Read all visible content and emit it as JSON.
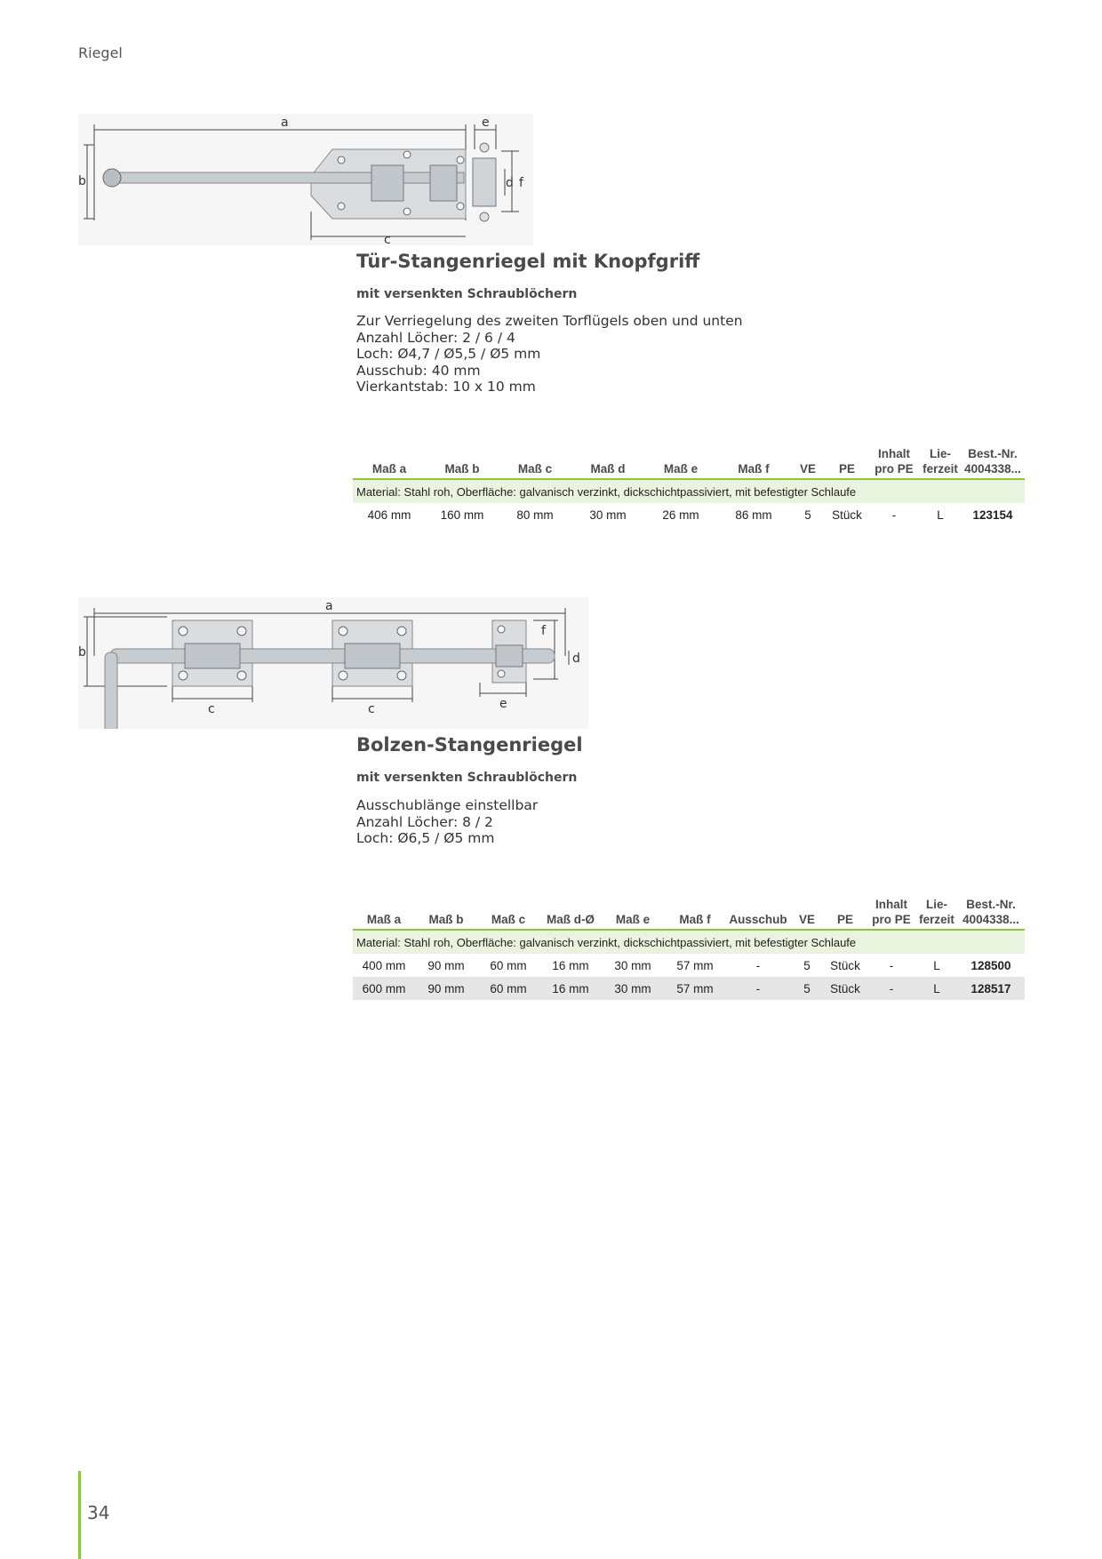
{
  "header": {
    "section": "Riegel"
  },
  "products": [
    {
      "title": "Tür-Stangenriegel mit Knopfgriff",
      "subtitle": "mit versenkten Schraublöchern",
      "description": [
        "Zur Verriegelung des zweiten Torflügels oben und unten",
        "Anzahl Löcher: 2 / 6 / 4",
        "Loch: Ø4,7 / Ø5,5 / Ø5 mm",
        "Ausschub: 40 mm",
        "Vierkantstab: 10 x 10 mm"
      ],
      "diagram_labels": {
        "a": "a",
        "b": "b",
        "c": "c",
        "d": "d",
        "e": "e",
        "f": "f"
      },
      "table": {
        "headers": [
          "Maß a",
          "Maß b",
          "Maß c",
          "Maß d",
          "Maß e",
          "Maß f",
          "VE",
          "PE",
          "Inhalt pro PE",
          "Lie- ferzeit",
          "Best.-Nr. 4004338..."
        ],
        "header_lines": [
          [
            "Maß a"
          ],
          [
            "Maß b"
          ],
          [
            "Maß c"
          ],
          [
            "Maß d"
          ],
          [
            "Maß e"
          ],
          [
            "Maß f"
          ],
          [
            "VE"
          ],
          [
            "PE"
          ],
          [
            "Inhalt",
            "pro PE"
          ],
          [
            "Lie-",
            "ferzeit"
          ],
          [
            "Best.-Nr.",
            "4004338..."
          ]
        ],
        "material": "Material: Stahl roh, Oberfläche: galvanisch verzinkt, dickschichtpassiviert, mit befestigter Schlaufe",
        "rows": [
          [
            "406 mm",
            "160 mm",
            "80 mm",
            "30 mm",
            "26 mm",
            "86 mm",
            "5",
            "Stück",
            "-",
            "L",
            "123154"
          ]
        ]
      }
    },
    {
      "title": "Bolzen-Stangenriegel",
      "subtitle": "mit versenkten Schraublöchern",
      "description": [
        "Ausschublänge einstellbar",
        "Anzahl Löcher: 8 / 2",
        "Loch: Ø6,5 / Ø5 mm"
      ],
      "diagram_labels": {
        "a": "a",
        "b": "b",
        "c1": "c",
        "c2": "c",
        "d": "d",
        "e": "e",
        "f": "f"
      },
      "table": {
        "headers": [
          "Maß a",
          "Maß b",
          "Maß c",
          "Maß d-Ø",
          "Maß e",
          "Maß f",
          "Ausschub",
          "VE",
          "PE",
          "Inhalt pro PE",
          "Lie- ferzeit",
          "Best.-Nr. 4004338..."
        ],
        "header_lines": [
          [
            "Maß a"
          ],
          [
            "Maß b"
          ],
          [
            "Maß c"
          ],
          [
            "Maß d-Ø"
          ],
          [
            "Maß e"
          ],
          [
            "Maß f"
          ],
          [
            "Ausschub"
          ],
          [
            "VE"
          ],
          [
            "PE"
          ],
          [
            "Inhalt",
            "pro PE"
          ],
          [
            "Lie-",
            "ferzeit"
          ],
          [
            "Best.-Nr.",
            "4004338..."
          ]
        ],
        "material": "Material: Stahl roh, Oberfläche: galvanisch verzinkt, dickschichtpassiviert, mit befestigter Schlaufe",
        "rows": [
          [
            "400 mm",
            "90 mm",
            "60 mm",
            "16 mm",
            "30 mm",
            "57 mm",
            "-",
            "5",
            "Stück",
            "-",
            "L",
            "128500"
          ],
          [
            "600 mm",
            "90 mm",
            "60 mm",
            "16 mm",
            "30 mm",
            "57 mm",
            "-",
            "5",
            "Stück",
            "-",
            "L",
            "128517"
          ]
        ]
      }
    }
  ],
  "footer": {
    "page_number": "34"
  },
  "colors": {
    "accent_green": "#8cc63f",
    "material_row": "#e9f3dd",
    "alt_row": "#e6e6e6"
  }
}
